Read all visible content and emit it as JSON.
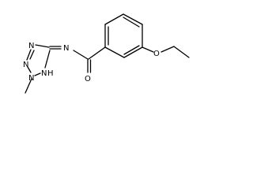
{
  "molecule": {
    "atom_labels": {
      "nitrogen_ring_top": "N",
      "nitrogen_ring_left": "N",
      "nitrogen_ring_methyl": "N",
      "nitrogen_ring_nh": "N",
      "nh_hydrogen": "H",
      "amide_nitrogen": "N",
      "carbonyl_oxygen": "O",
      "ether_oxygen": "O"
    }
  }
}
